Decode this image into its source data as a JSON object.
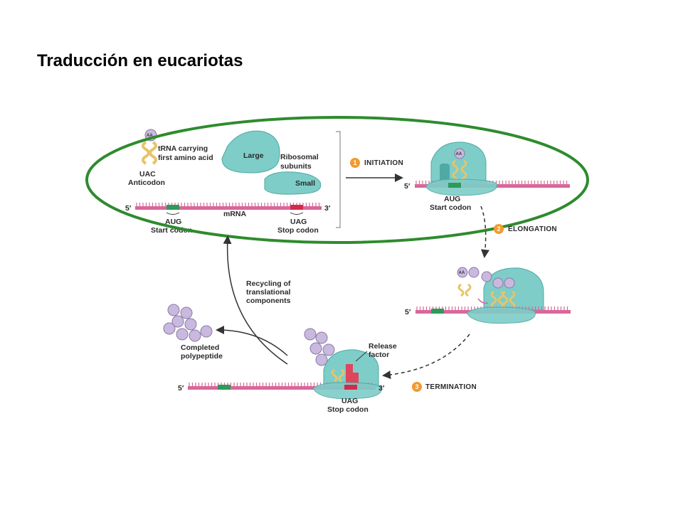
{
  "slide": {
    "title": "Traducción en eucariotas"
  },
  "diagram": {
    "components": {
      "aa": "AA",
      "trna_line1": "tRNA carrying",
      "trna_line2": "first amino acid",
      "anticodon_seq": "UAC",
      "anticodon_label": "Anticodon",
      "large_subunit": "Large",
      "small_subunit": "Small",
      "ribosomal_line1": "Ribosomal",
      "ribosomal_line2": "subunits",
      "five_prime": "5′",
      "three_prime": "3′",
      "mrna": "mRNA",
      "start_seq": "AUG",
      "start_label": "Start codon",
      "stop_seq": "UAG",
      "stop_label": "Stop codon"
    },
    "stages": [
      {
        "number": "1",
        "label": "INITIATION"
      },
      {
        "number": "2",
        "label": "ELONGATION"
      },
      {
        "number": "3",
        "label": "TERMINATION"
      }
    ],
    "initiation": {
      "five_prime": "5′",
      "aa": "AA",
      "codon": "AUG",
      "codon_label": "Start codon"
    },
    "elongation": {
      "five_prime": "5′",
      "aa": "AA"
    },
    "termination": {
      "five_prime": "5′",
      "three_prime": "3′",
      "release_line1": "Release",
      "release_line2": "factor",
      "codon": "UAG",
      "codon_label": "Stop codon"
    },
    "recycling": {
      "line1": "Recycling of",
      "line2": "translational",
      "line3": "components"
    },
    "polypeptide": {
      "line1": "Completed",
      "line2": "polypeptide"
    },
    "colors": {
      "ribosome": "#7ecdc8",
      "ribosome_dark": "#4fa9a4",
      "mrna": "#d9679a",
      "start_codon": "#2e9a5a",
      "stop_codon": "#d42a4a",
      "trna": "#e7c36a",
      "amino_acid": "#c9b9df",
      "release_factor": "#e0455c",
      "stage_badge": "#f29a2e",
      "highlight_ellipse": "#2e8b2e"
    }
  }
}
